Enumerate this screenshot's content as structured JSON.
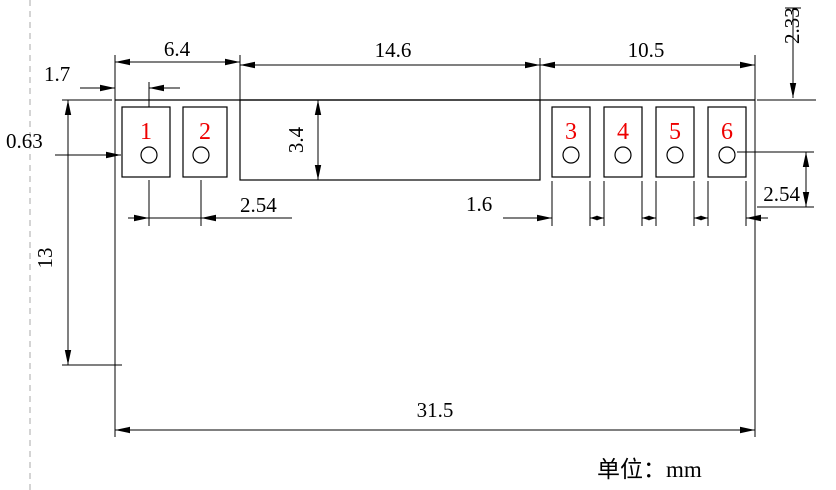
{
  "drawing": {
    "unit_label": "单位：mm",
    "dims": {
      "left_section_width": "6.4",
      "body_width": "14.6",
      "right_section_width": "10.5",
      "edge_to_hole": "1.7",
      "hole_inset": "0.63",
      "body_height": "3.4",
      "left_pitch": "2.54",
      "pad_width": "1.6",
      "right_pitch": "2.54",
      "top_offset": "2.33",
      "module_height": "13",
      "module_width": "31.5"
    },
    "pads": [
      {
        "label": "1"
      },
      {
        "label": "2"
      },
      {
        "label": "3"
      },
      {
        "label": "4"
      },
      {
        "label": "5"
      },
      {
        "label": "6"
      }
    ],
    "colors": {
      "line": "#000000",
      "pad_number": "#ee0000",
      "construction": "#aaaaaa"
    }
  }
}
